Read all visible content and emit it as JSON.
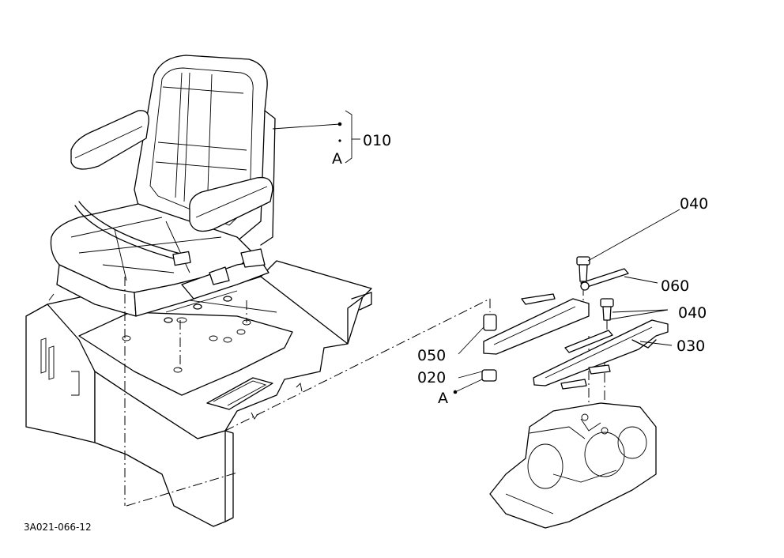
{
  "diagram": {
    "drawing_number": "3A021-066-12",
    "callouts": [
      {
        "id": "010",
        "label": "010"
      },
      {
        "id": "A_top",
        "label": "A"
      },
      {
        "id": "040a",
        "label": "040"
      },
      {
        "id": "060",
        "label": "060"
      },
      {
        "id": "040b",
        "label": "040"
      },
      {
        "id": "030",
        "label": "030"
      },
      {
        "id": "050",
        "label": "050"
      },
      {
        "id": "020",
        "label": "020"
      },
      {
        "id": "A_bottom",
        "label": "A"
      }
    ]
  }
}
